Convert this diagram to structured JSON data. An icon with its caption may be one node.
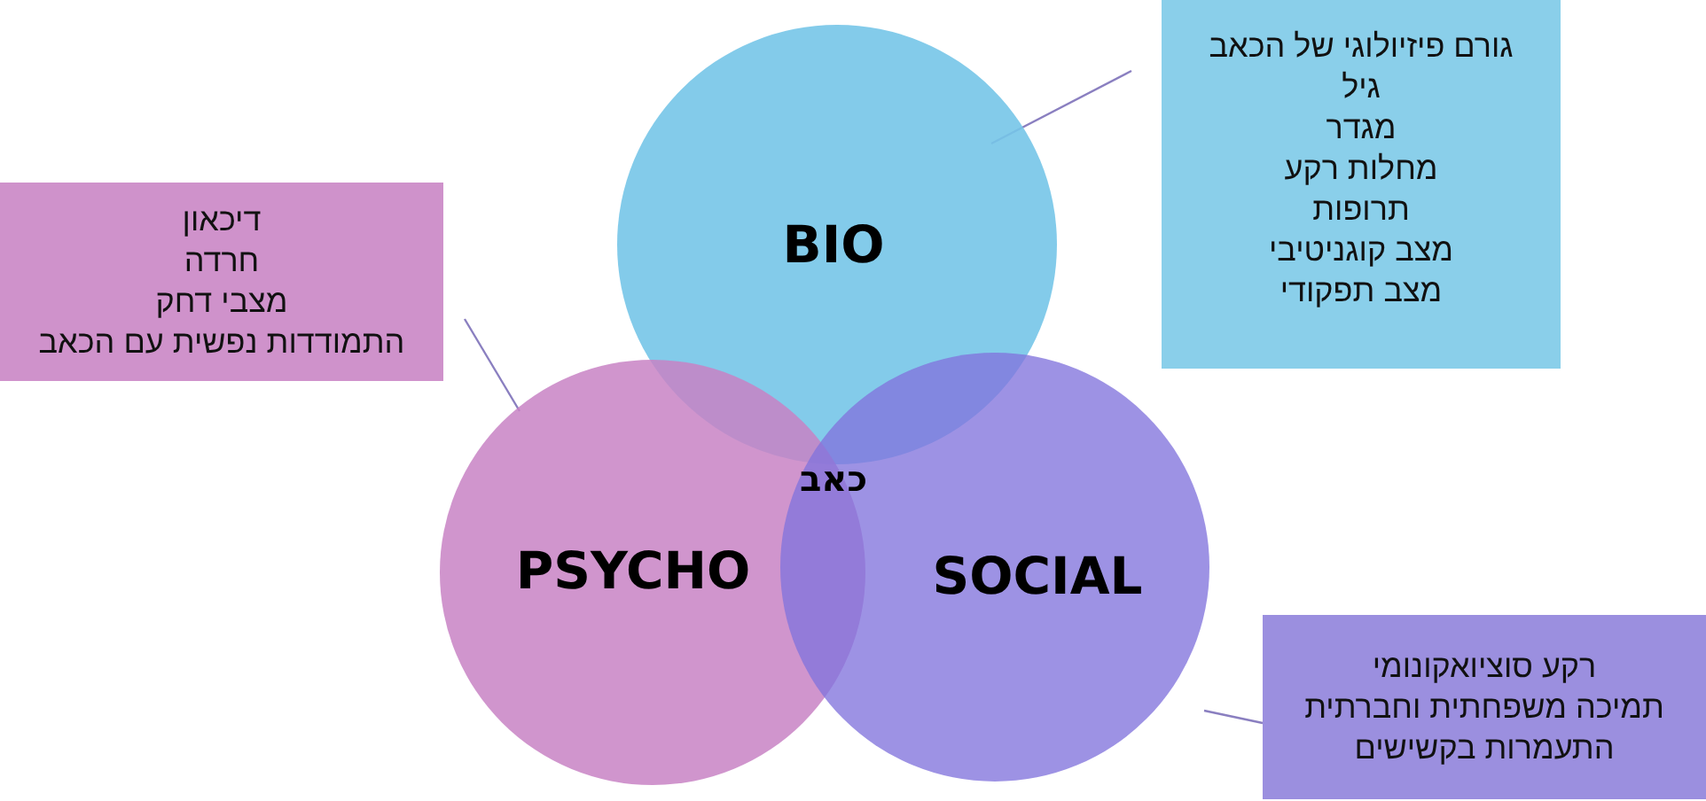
{
  "diagram": {
    "nodes": [
      {
        "text": [
          "BIO"
        ]
      },
      {
        "text": [
          "PSYCHO"
        ]
      },
      {
        "text": [
          "SOCIAL"
        ]
      },
      {
        "text": [
          "גורם פיזיולוגי של הכאב",
          "גיל",
          "מגדר",
          "מחלות רקע",
          "תרופות",
          "מצב קוגניטיבי",
          "מצב תפקודי"
        ]
      },
      {
        "text": [
          "דיכאון",
          "חרדה",
          "מצבי דחק",
          "התמודדות נפשית עם הכאב"
        ]
      },
      {
        "text": [
          "רקע סוציואקונומי",
          "תמיכה משפחתית וחברתית",
          "התעמרות בקשישים"
        ]
      }
    ],
    "edges": [
      {
        "from": 3,
        "to": 0,
        "arrow": "none"
      },
      {
        "from": 4,
        "to": 1,
        "arrow": "none"
      },
      {
        "from": 5,
        "to": 2,
        "arrow": "none"
      }
    ],
    "labels": [
      "כאב"
    ]
  }
}
